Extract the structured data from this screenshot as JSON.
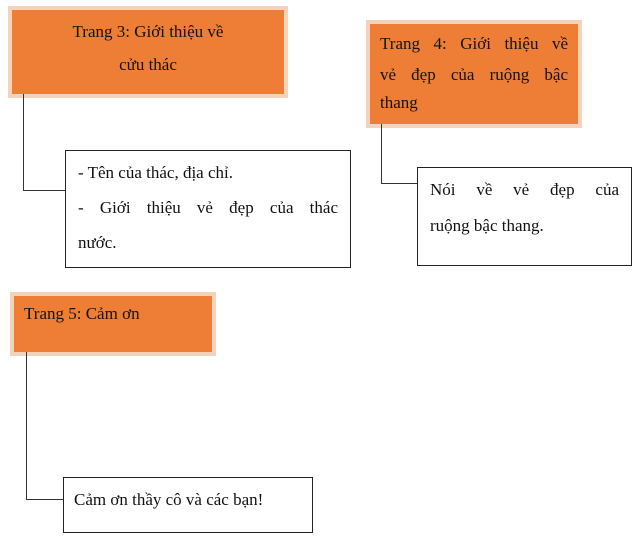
{
  "colors": {
    "box_fill": "#ee7d35",
    "box_glow": "#f4d2bb",
    "border": "#222222",
    "connector": "#333333"
  },
  "nodes": {
    "page3": {
      "lines": [
        "Trang 3: Giới thiệu về",
        "cửu thác"
      ],
      "details": [
        "- Tên của thác, địa chỉ.",
        "- Giới thiệu vẻ đẹp của thác",
        "nước."
      ]
    },
    "page4": {
      "lines": [
        "Trang 4: Giới thiệu về",
        "vẻ đẹp của ruộng bậc",
        "thang"
      ],
      "details": [
        "Nói về vẻ đẹp của",
        "ruộng bậc thang."
      ]
    },
    "page5": {
      "lines": [
        "Trang 5: Cảm ơn"
      ],
      "details": [
        "Cảm ơn thầy cô và các bạn!"
      ]
    }
  }
}
